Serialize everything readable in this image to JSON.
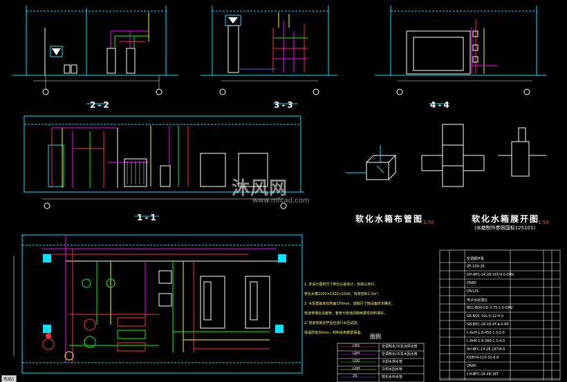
{
  "sections": {
    "s22": "2-2",
    "s33": "3-3",
    "s44": "4-4",
    "s11": "1-1"
  },
  "titles": {
    "tank_piping": "软化水箱布管图",
    "tank_piping_scale": "1:50",
    "tank_expand": "软化水箱展开图",
    "tank_expand_scale": "1:50",
    "tank_expand_sub": "(水箱制作参照国标12S101)"
  },
  "legend": {
    "title": "图例",
    "rows": [
      {
        "code": "LRG",
        "desc": "空调热水/冷冻水供水管"
      },
      {
        "code": "LRH",
        "desc": "空调热水/冷冻水回水管"
      },
      {
        "code": "LQG",
        "desc": "冷却水供水管"
      },
      {
        "code": "LQH",
        "desc": "冷却水回水管"
      },
      {
        "code": "ZS",
        "desc": "软化水补水管"
      }
    ]
  },
  "notes": {
    "n1": "1. 本设计图纸尺寸单位以毫米计，标高以米计。",
    "n2": "   软化水箱1500×1000×1500，有效容积1.5m³。",
    "n3": "2. 水泵基础高出地面150mm，基础尺寸按设备样本确定。",
    "n4": "   管道穿墙处设套管，套管与管道间隙用柔性材料填实。",
    "n5": "3. 管道安装完毕后应进行水压试验。",
    "n6": "   保温厚度30mm，材料采用橡塑保温。"
  },
  "equipment_rows": [
    "空调循环泵",
    "ZF-100-25",
    "GH-BFC-14.28-16T/4.0-DRV",
    "DN80",
    "DN125",
    "电子水处理仪",
    "BEC-BQ0-CD-3.75-1.5-DRV",
    "G6-BQ1-10L-5-12-4.0",
    "GB-BFC-1R-18-4T-4.0-RV",
    "L-6xH-1.8-450-1.5/2.6",
    "L-6xH-1.9-280-1.5-4.0",
    "SH-BFC-14.28-16T/4.0",
    "KSBY-9-110-32-6.6",
    "DN65",
    "CH-BFC-14.28-16T"
  ],
  "watermark": {
    "brand": "沐风网",
    "url": "www.mfcad.com"
  },
  "cad_tab": "布局1",
  "colors": {
    "frame": "#00e5ff",
    "pipe_supply": "#ff3333",
    "pipe_return": "#ff00ff",
    "pipe_cooling": "#00ff00",
    "pipe_blue": "#3366ff",
    "annotation": "#ffff00",
    "equipment": "#ffffff"
  }
}
